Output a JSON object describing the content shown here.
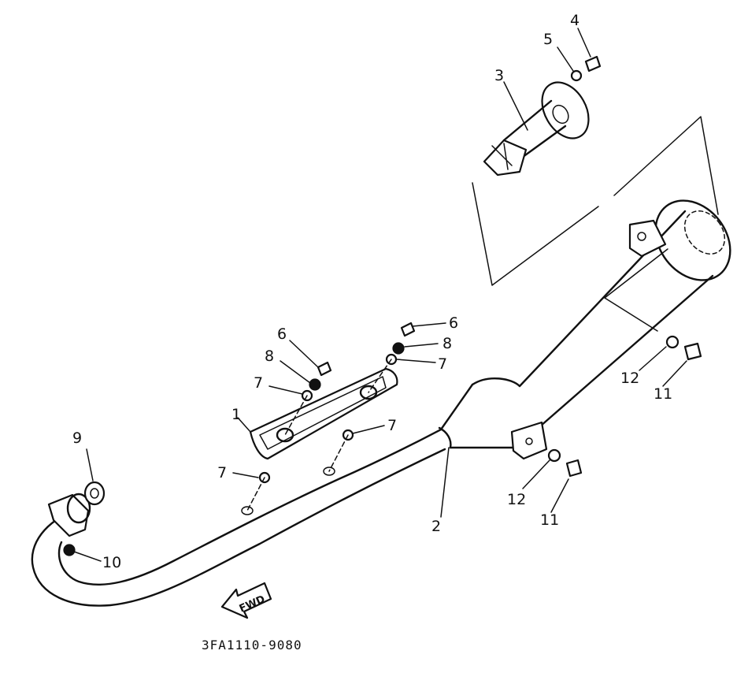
{
  "callouts": {
    "c1": "1",
    "c2": "2",
    "c3": "3",
    "c4": "4",
    "c5": "5",
    "c6a": "6",
    "c6b": "6",
    "c7a": "7",
    "c7b": "7",
    "c7c": "7",
    "c7d": "7",
    "c8a": "8",
    "c8b": "8",
    "c9": "9",
    "c10": "10",
    "c11a": "11",
    "c11b": "11",
    "c12a": "12",
    "c12b": "12"
  },
  "direction_arrow": "FWD",
  "diagram_code": "3FA1110-9080"
}
